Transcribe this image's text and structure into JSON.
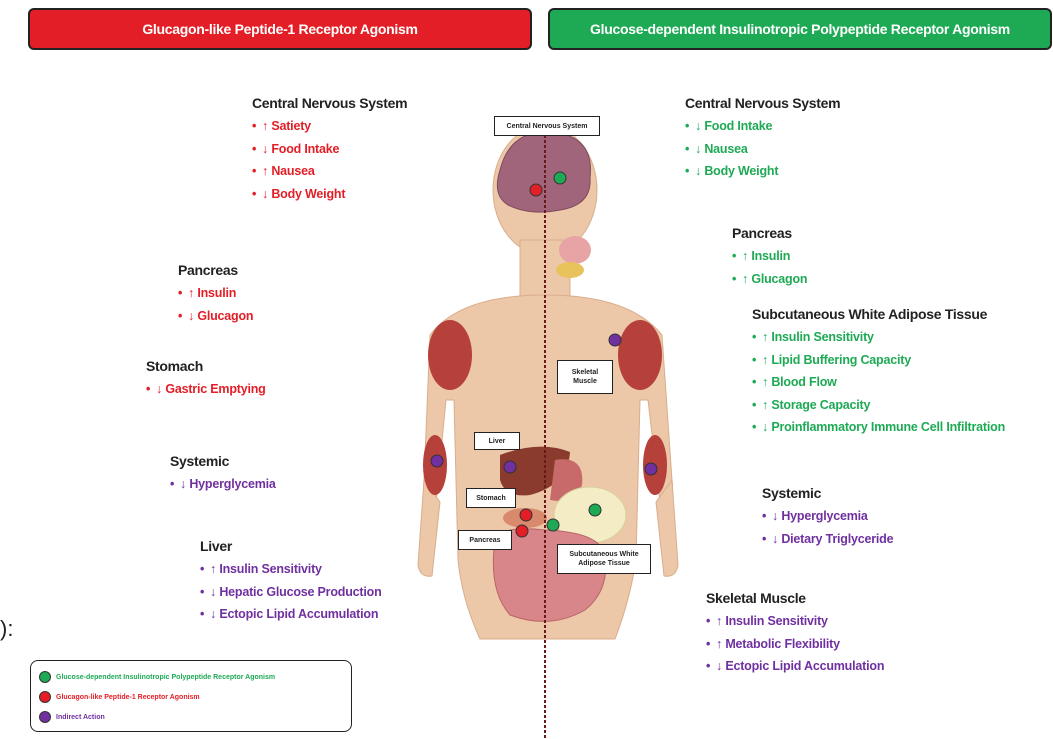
{
  "banners": {
    "left": "Glucagon-like Peptide-1 Receptor Agonism",
    "right": "Glucose-dependent Insulinotropic Polypeptide Receptor Agonism"
  },
  "colors": {
    "glp1_red": "#e41e26",
    "gip_green": "#1eaa55",
    "indirect_purple": "#7030a0"
  },
  "left_groups": [
    {
      "title": "Central Nervous System",
      "items": [
        "↑ Satiety",
        "↓ Food Intake",
        "↑ Nausea",
        "↓ Body Weight"
      ]
    },
    {
      "title": "Pancreas",
      "items": [
        "↑ Insulin",
        "↓ Glucagon"
      ]
    },
    {
      "title": "Stomach",
      "items": [
        "↓ Gastric Emptying"
      ]
    },
    {
      "title": "Systemic",
      "items": [
        "↓ Hyperglycemia"
      ]
    },
    {
      "title": "Liver",
      "items": [
        "↑ Insulin Sensitivity",
        "↓ Hepatic Glucose Production",
        "↓ Ectopic Lipid Accumulation"
      ]
    }
  ],
  "right_groups": [
    {
      "title": "Central Nervous System",
      "items": [
        "↓ Food Intake",
        "↓ Nausea",
        "↓ Body Weight"
      ]
    },
    {
      "title": "Pancreas",
      "items": [
        "↑ Insulin",
        "↑ Glucagon"
      ]
    },
    {
      "title": "Subcutaneous White Adipose Tissue",
      "items": [
        "↑ Insulin Sensitivity",
        "↑ Lipid Buffering Capacity",
        "↑ Blood Flow",
        "↑ Storage Capacity",
        "↓ Proinflammatory Immune Cell Infiltration"
      ]
    },
    {
      "title": "Systemic",
      "items": [
        "↓ Hyperglycemia",
        "↓ Dietary Triglyceride"
      ]
    },
    {
      "title": "Skeletal Muscle",
      "items": [
        "↑ Insulin Sensitivity",
        "↑ Metabolic Flexibility",
        "↓ Ectopic Lipid Accumulation"
      ]
    }
  ],
  "organ_tags": {
    "cns": "Central Nervous System",
    "skeletal_muscle": "Skeletal Muscle",
    "liver": "Liver",
    "stomach": "Stomach",
    "pancreas": "Pancreas",
    "adipose": "Subcutaneous White Adipose Tissue"
  },
  "stray_text": "):",
  "legend": [
    {
      "label": "Glucose-dependent Insulinotropic Polypeptide Receptor Agonism",
      "color": "#1eaa55"
    },
    {
      "label": "Glucagon-like Peptide-1 Receptor Agonism",
      "color": "#e41e26"
    },
    {
      "label": "Indirect Action",
      "color": "#7030a0"
    }
  ]
}
